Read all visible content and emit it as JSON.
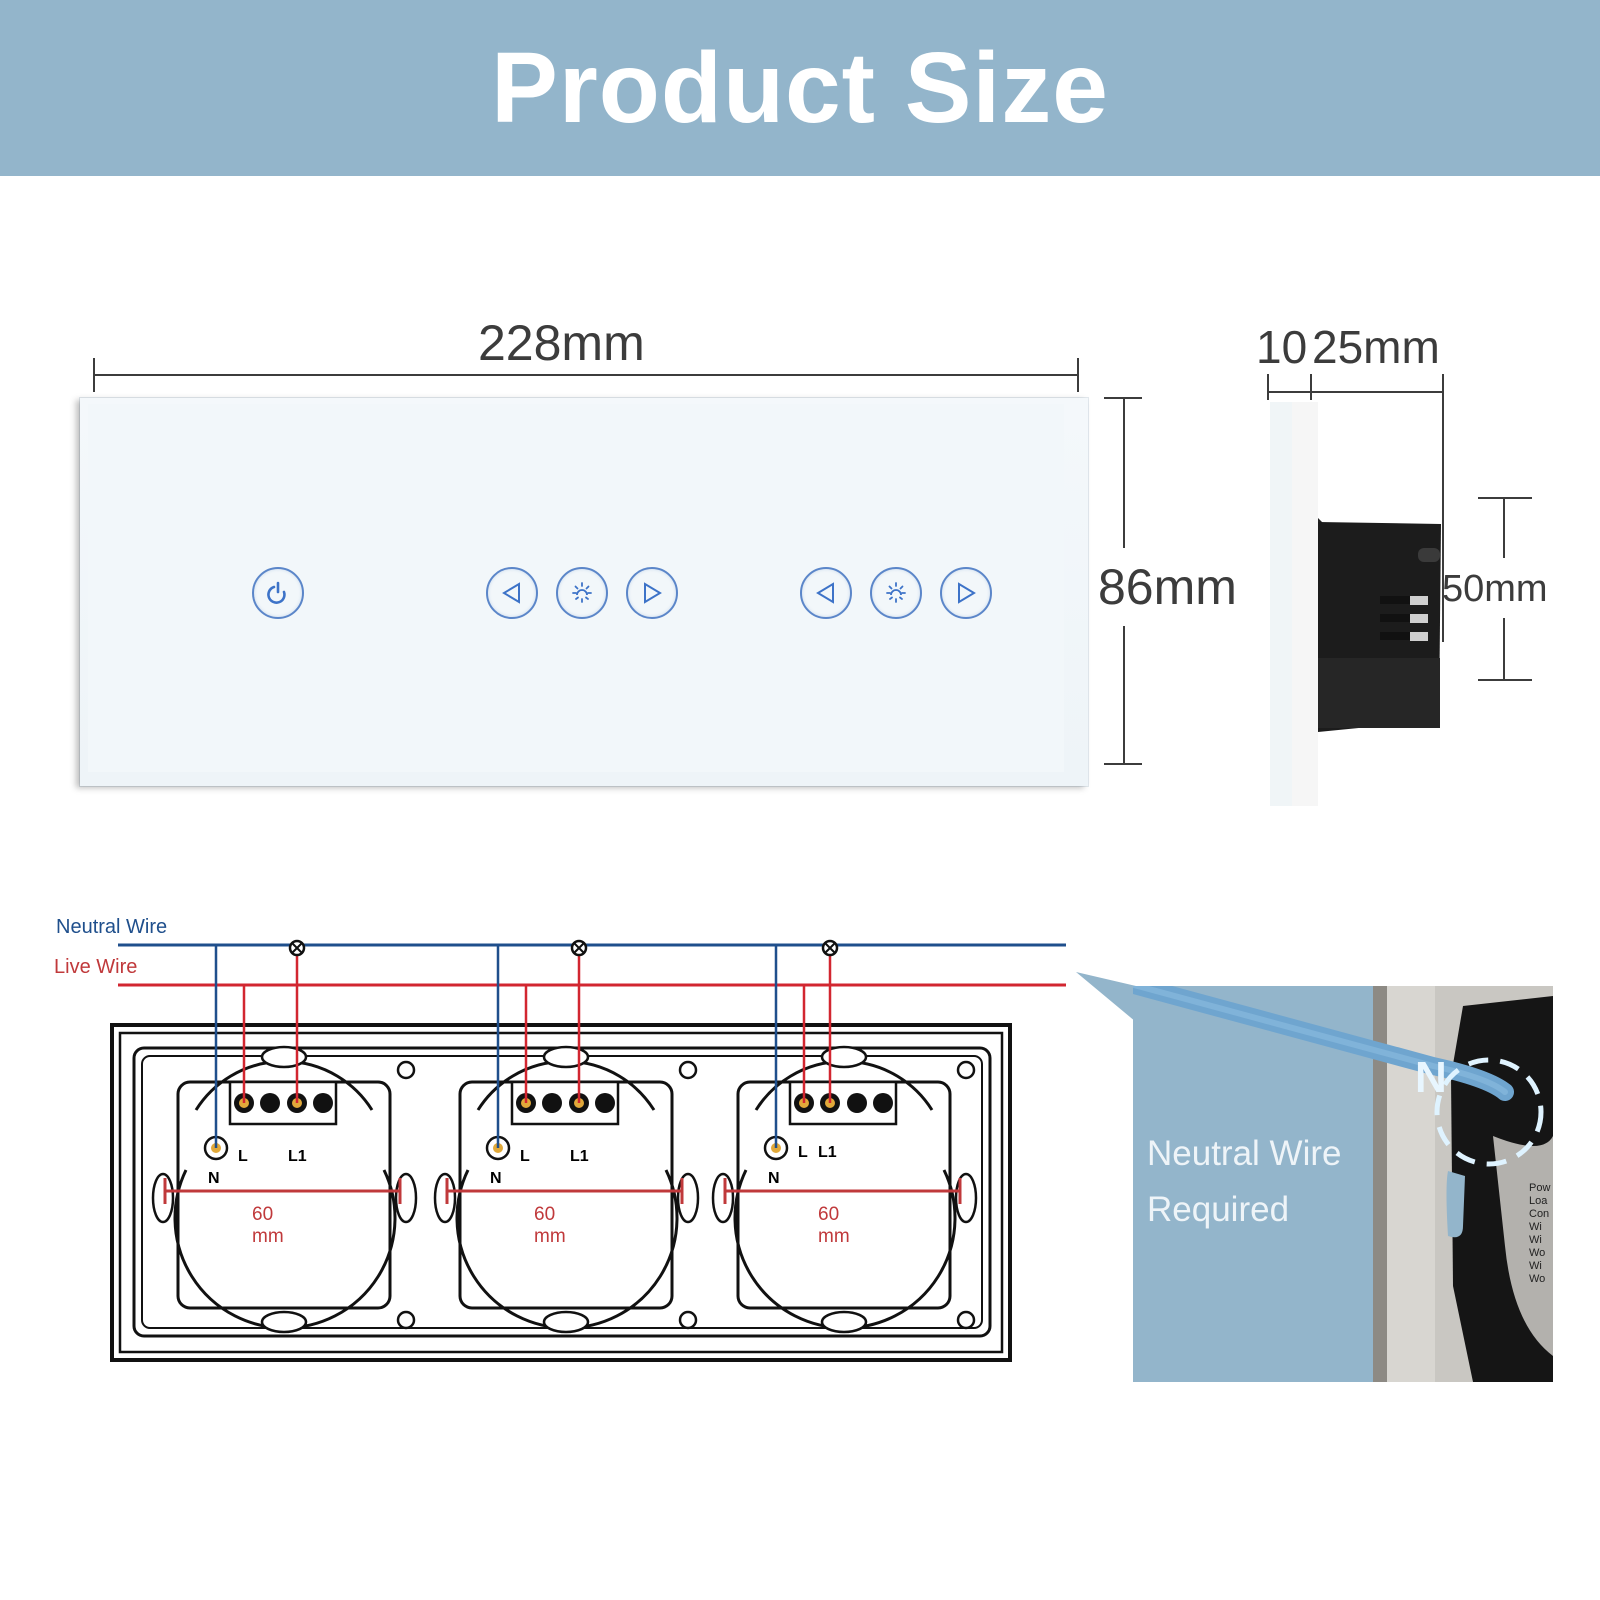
{
  "header": {
    "title": "Product Size",
    "background": "#93b5cb"
  },
  "front_view": {
    "width_label": "228mm",
    "height_label": "86mm",
    "buttons": [
      {
        "gang": 1,
        "icon": "power-icon"
      },
      {
        "gang": 2,
        "icon": "left-triangle-icon"
      },
      {
        "gang": 2,
        "icon": "brightness-icon"
      },
      {
        "gang": 2,
        "icon": "right-triangle-icon"
      },
      {
        "gang": 3,
        "icon": "left-triangle-icon"
      },
      {
        "gang": 3,
        "icon": "brightness-icon"
      },
      {
        "gang": 3,
        "icon": "right-triangle-icon"
      }
    ],
    "button_color": "#3d73c8"
  },
  "side_view": {
    "glass_thickness_label": "10",
    "depth_label": "25mm",
    "box_height_label": "50mm"
  },
  "wiring": {
    "neutral_label": "Neutral Wire",
    "live_label": "Live Wire",
    "neutral_color": "#1f4f8c",
    "live_color": "#d22630",
    "modules": [
      {
        "terminal_n": "N",
        "terminal_l": "L",
        "terminal_l1": "L1",
        "diameter_label": "60 mm"
      },
      {
        "terminal_n": "N",
        "terminal_l": "L",
        "terminal_l1": "L1",
        "diameter_label": "60 mm"
      },
      {
        "terminal_n": "N",
        "terminal_l": "L",
        "terminal_l1": "L1",
        "diameter_label": "60 mm"
      }
    ]
  },
  "callout": {
    "line1": "Neutral Wire",
    "line2": "Required",
    "marker": "N",
    "background": "#93b5cb",
    "partial_label_lines": [
      "Pow",
      "Loa",
      "Con",
      "Wi",
      "Wi",
      "Wo",
      "Wi",
      "Wo"
    ]
  }
}
